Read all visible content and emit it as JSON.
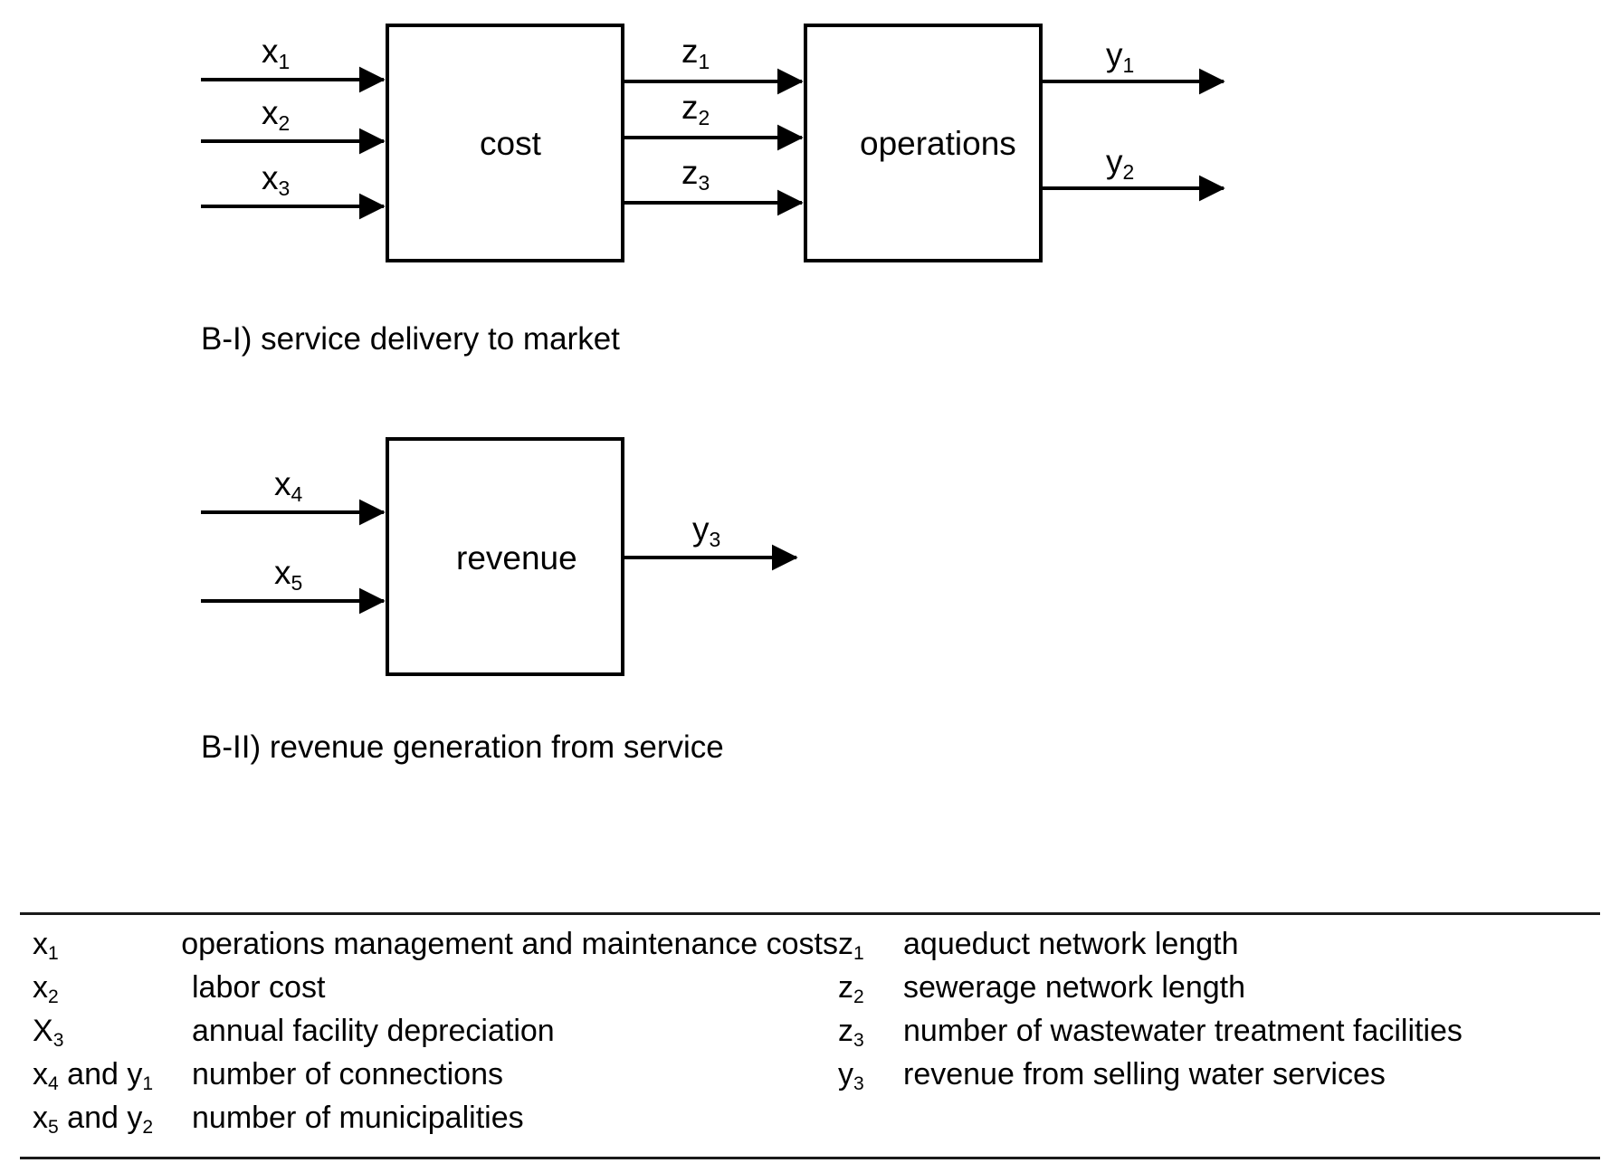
{
  "figure": {
    "panels": [
      {
        "id": "B-I",
        "caption": "B-I) service delivery to market",
        "boxes": [
          {
            "label": "cost"
          },
          {
            "label": "operations"
          }
        ],
        "inputs": [
          {
            "label": "x",
            "sub": "1"
          },
          {
            "label": "x",
            "sub": "2"
          },
          {
            "label": "x",
            "sub": "3"
          }
        ],
        "intermediates": [
          {
            "label": "z",
            "sub": "1"
          },
          {
            "label": "z",
            "sub": "2"
          },
          {
            "label": "z",
            "sub": "3"
          }
        ],
        "outputs": [
          {
            "label": "y",
            "sub": "1"
          },
          {
            "label": "y",
            "sub": "2"
          }
        ]
      },
      {
        "id": "B-II",
        "caption": "B-II) revenue generation from service",
        "boxes": [
          {
            "label": "revenue"
          }
        ],
        "inputs": [
          {
            "label": "x",
            "sub": "4"
          },
          {
            "label": "x",
            "sub": "5"
          }
        ],
        "outputs": [
          {
            "label": "y",
            "sub": "3"
          }
        ]
      }
    ]
  },
  "legend": {
    "left": [
      {
        "symbol": "x",
        "symbol_sub": "1",
        "symbol_extra": "",
        "description": "operations management and maintenance costs"
      },
      {
        "symbol": "x",
        "symbol_sub": "2",
        "symbol_extra": "",
        "description": "labor cost"
      },
      {
        "symbol": "X",
        "symbol_sub": "3",
        "symbol_extra": "",
        "description": "annual facility depreciation"
      },
      {
        "symbol": "x",
        "symbol_sub": "4",
        "symbol_extra": " and y",
        "symbol_extra_sub": "1",
        "description": "number of connections"
      },
      {
        "symbol": "x",
        "symbol_sub": "5",
        "symbol_extra": " and y",
        "symbol_extra_sub": "2",
        "description": "number of municipalities"
      }
    ],
    "right": [
      {
        "symbol": "z",
        "symbol_sub": "1",
        "description": "aqueduct network length"
      },
      {
        "symbol": "z",
        "symbol_sub": "2",
        "description": "sewerage network length"
      },
      {
        "symbol": "z",
        "symbol_sub": "3",
        "description": "number of wastewater treatment facilities"
      },
      {
        "symbol": "y",
        "symbol_sub": "3",
        "description": "revenue from selling water services"
      }
    ]
  },
  "style": {
    "line_color": "#000000",
    "background": "#ffffff",
    "rule_color": "#1a1a1a"
  }
}
